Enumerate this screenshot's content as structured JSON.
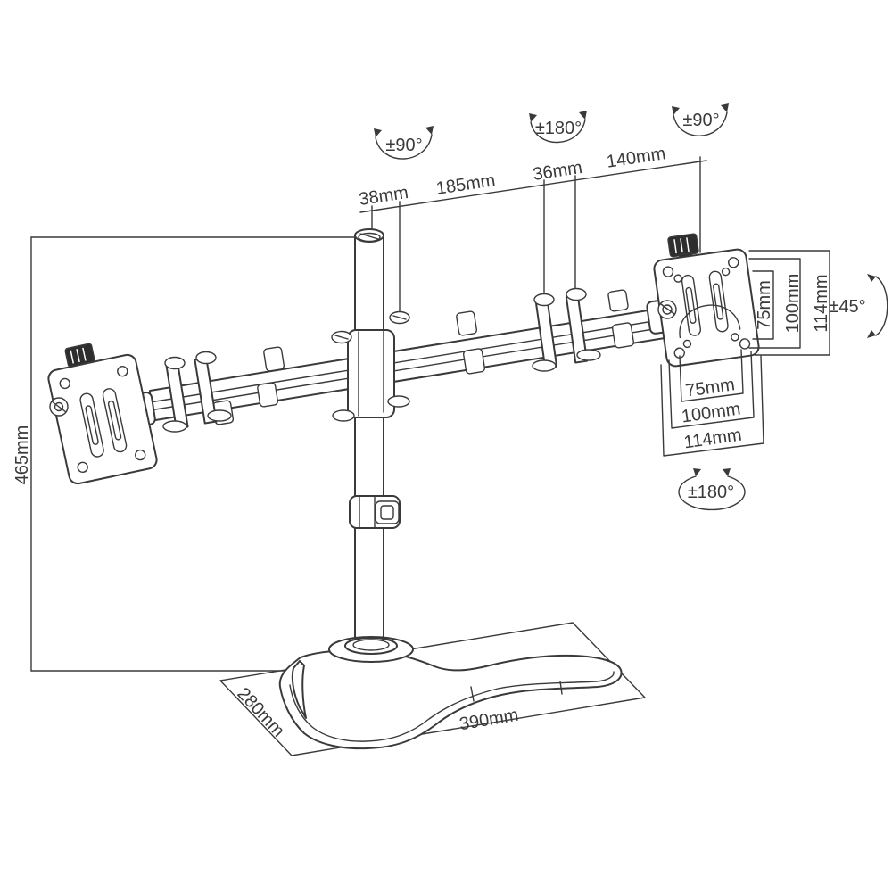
{
  "canvas": {
    "background": "#ffffff",
    "line_color": "#3a3a3a",
    "subject": "dual monitor desk stand dimension drawing"
  },
  "labels": {
    "height": "465mm",
    "top": {
      "seg1": "38mm",
      "seg2": "185mm",
      "seg3": "36mm",
      "seg4": "140mm"
    },
    "rotation": {
      "left_arm": "±90°",
      "center": "±180°",
      "right_arm": "±90°",
      "tilt": "±45°",
      "swivel": "±180°"
    },
    "vesa_side": {
      "d75": "75mm",
      "d100": "100mm",
      "d114": "114mm"
    },
    "vesa_bottom": {
      "d75": "75mm",
      "d100": "100mm",
      "d114": "114mm"
    },
    "base": {
      "depth": "280mm",
      "width": "390mm"
    }
  }
}
